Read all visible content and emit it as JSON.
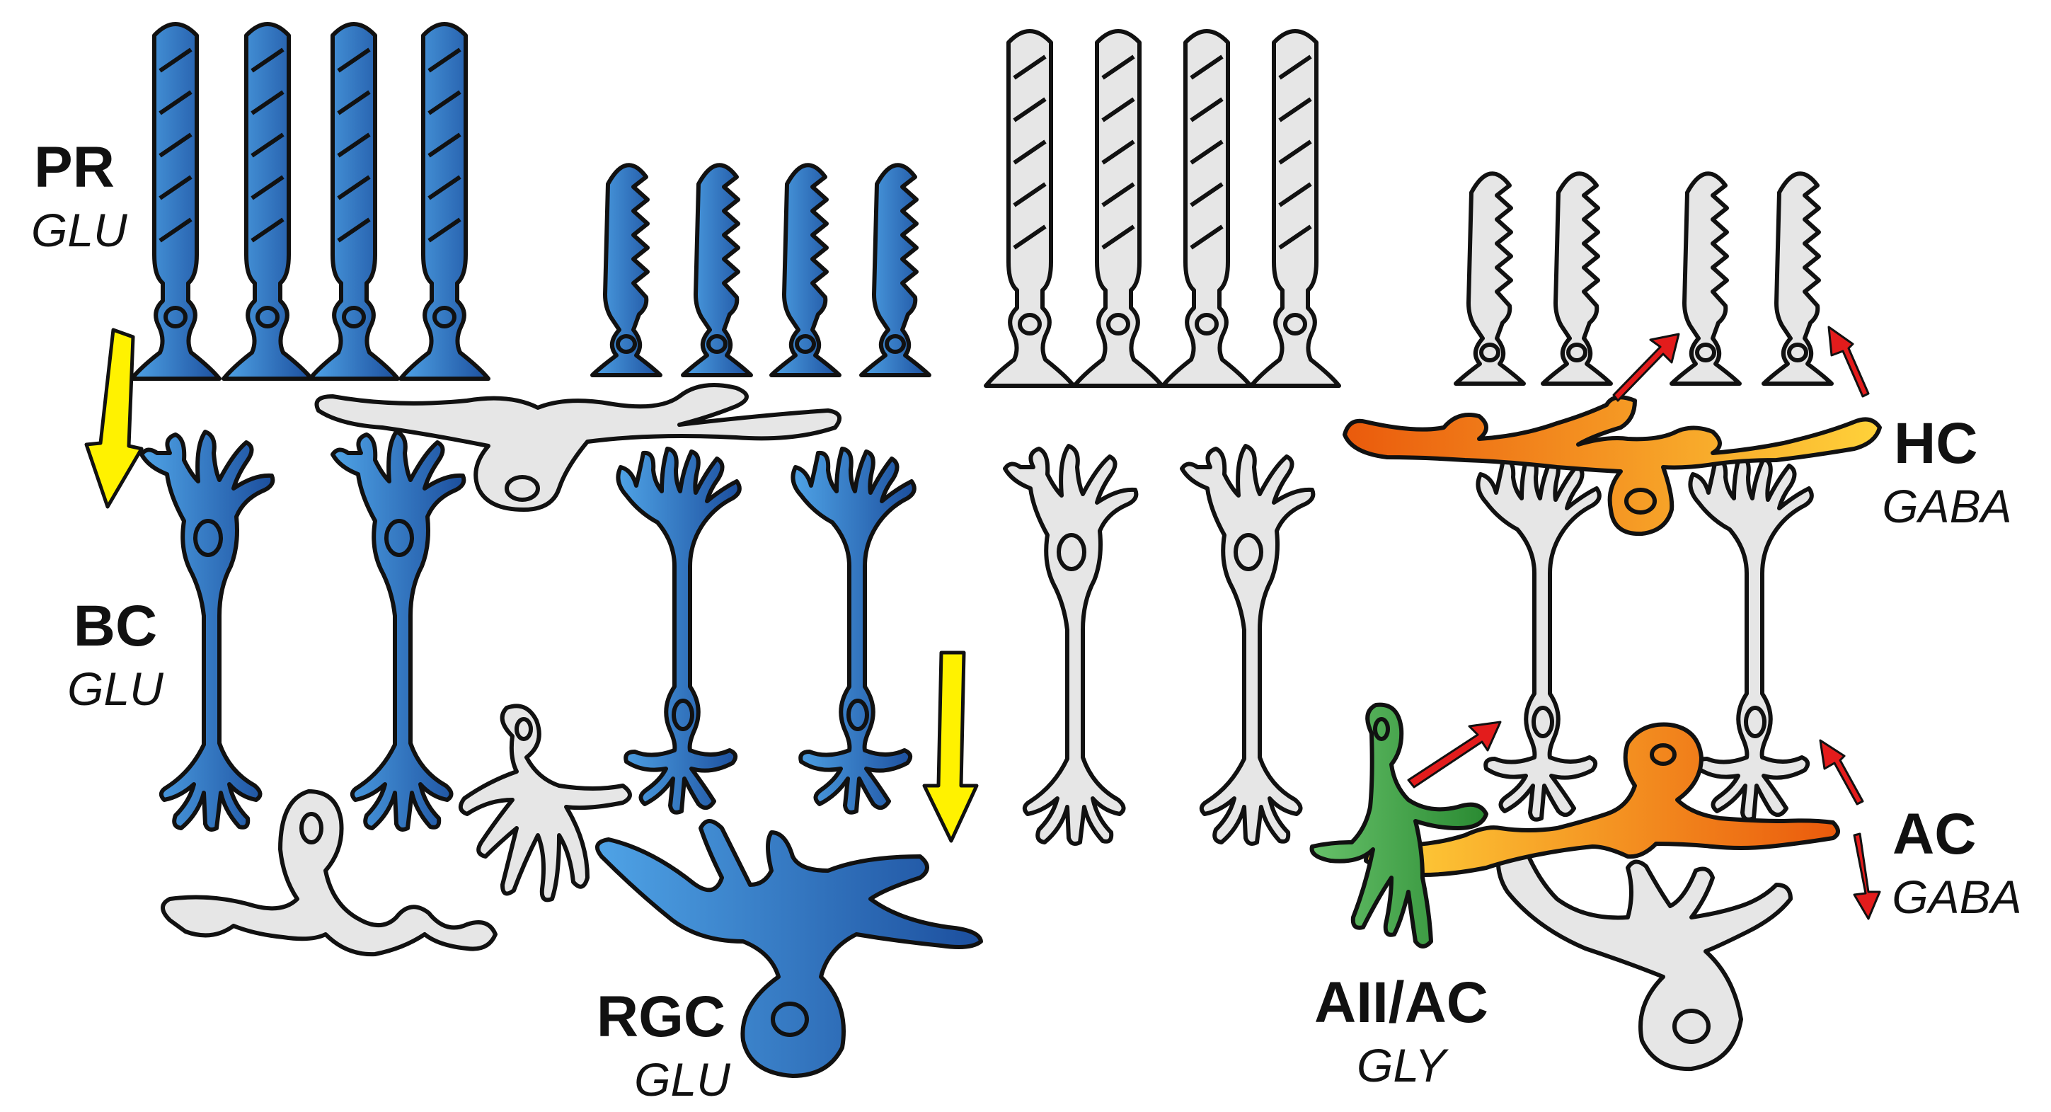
{
  "labels": {
    "pr": {
      "abbr": "PR",
      "transmitter": "GLU"
    },
    "bc": {
      "abbr": "BC",
      "transmitter": "GLU"
    },
    "rgc": {
      "abbr": "RGC",
      "transmitter": "GLU"
    },
    "hc": {
      "abbr": "HC",
      "transmitter": "GABA"
    },
    "ac": {
      "abbr": "AC",
      "transmitter": "GABA"
    },
    "aiiac": {
      "abbr": "AII/AC",
      "transmitter": "GLY"
    }
  },
  "colors": {
    "blue_light": "#4fa3e6",
    "blue_dark": "#1c4f9e",
    "grey_fill": "#e6e6e6",
    "outline": "#111111",
    "orange_light": "#ffd23a",
    "orange_dark": "#ea5a0c",
    "green_light": "#67c16a",
    "green_dark": "#2a8a32",
    "arrow_yellow": "#fff200",
    "arrow_red": "#e31c1c"
  }
}
